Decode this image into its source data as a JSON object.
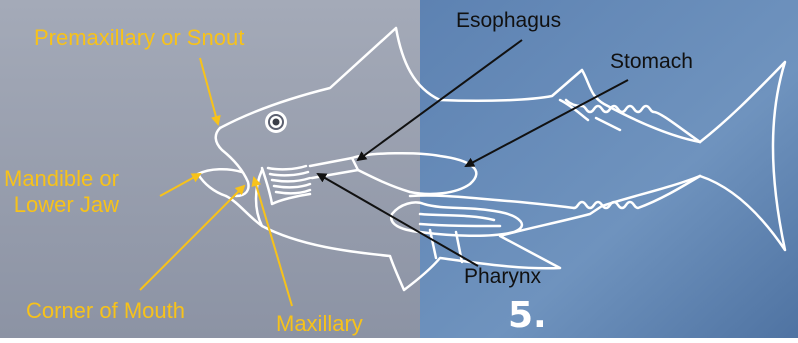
{
  "colors": {
    "left_panel": "#9FA6B5",
    "right_panel": "#5A7FAE",
    "outline": "#FFFFFF",
    "label_yellow": "#F7C21A",
    "label_black": "#111111"
  },
  "labels": {
    "premaxillary": "Premaxillary or Snout",
    "mandible_line1": "Mandible or",
    "mandible_line2": "Lower Jaw",
    "corner_of_mouth": "Corner of Mouth",
    "maxillary": "Maxillary",
    "esophagus": "Esophagus",
    "stomach": "Stomach",
    "pharynx": "Pharynx"
  },
  "slide_number": "5."
}
